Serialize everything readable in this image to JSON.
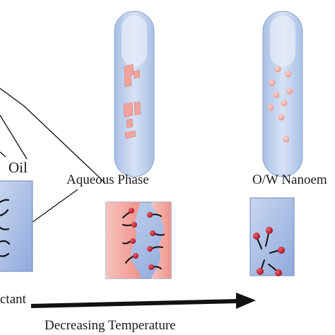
{
  "labels": {
    "oil": "Oil",
    "aqueous_phase": "Aqueous Phase",
    "nanoemulsion": "O/W Nanoem",
    "surfactant": "ctant",
    "decreasing_temperature": "Decreasing Temperature"
  },
  "colors": {
    "tube_fill": "#b9cbe8",
    "box_fill": "#9fb7e2",
    "oil_pink": "#f2a5a0",
    "droplet": "#f4b0aa",
    "head": "#c41e2e",
    "line": "#111111"
  }
}
